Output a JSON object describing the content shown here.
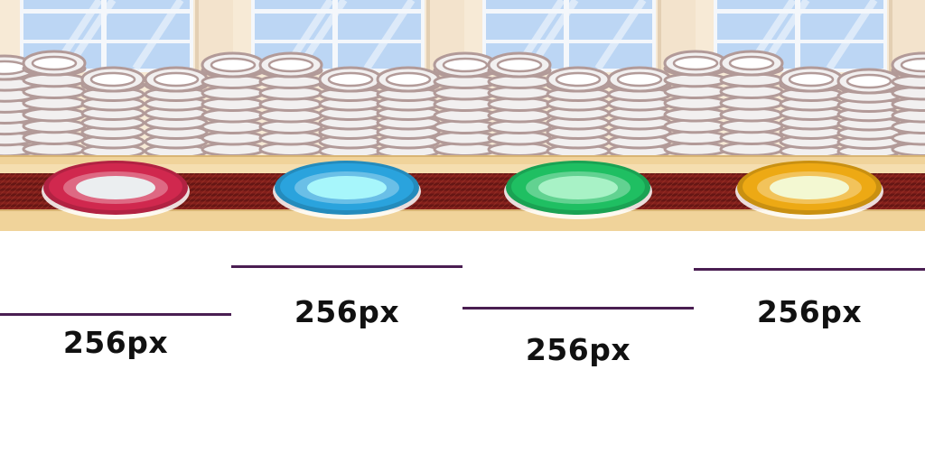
{
  "scene": {
    "background": {
      "wall_color": "#f7ead6",
      "window_glass_color": "#bcd6f4",
      "window_frame_color": "#f4f7fb",
      "pillar_color": "#f3e3cc"
    },
    "plate_stacks": {
      "plate_color": "#f2f0f0",
      "plate_outline_color": "#b29a98"
    },
    "conveyor": {
      "rail_color": "#f0d39a",
      "belt_color": "#7e1d1a"
    },
    "plates": [
      {
        "name": "red",
        "color": "#d0284e",
        "center_color": "#ebeef0"
      },
      {
        "name": "blue",
        "color": "#2aa3dd",
        "center_color": "#a7f6fb"
      },
      {
        "name": "green",
        "color": "#1fbf62",
        "center_color": "#a8f2c6"
      },
      {
        "name": "yellow",
        "color": "#eda914",
        "center_color": "#f3f8d2"
      }
    ]
  },
  "measurements": [
    {
      "label": "256px"
    },
    {
      "label": "256px"
    },
    {
      "label": "256px"
    },
    {
      "label": "256px"
    }
  ],
  "line_color": "#4a1e52"
}
